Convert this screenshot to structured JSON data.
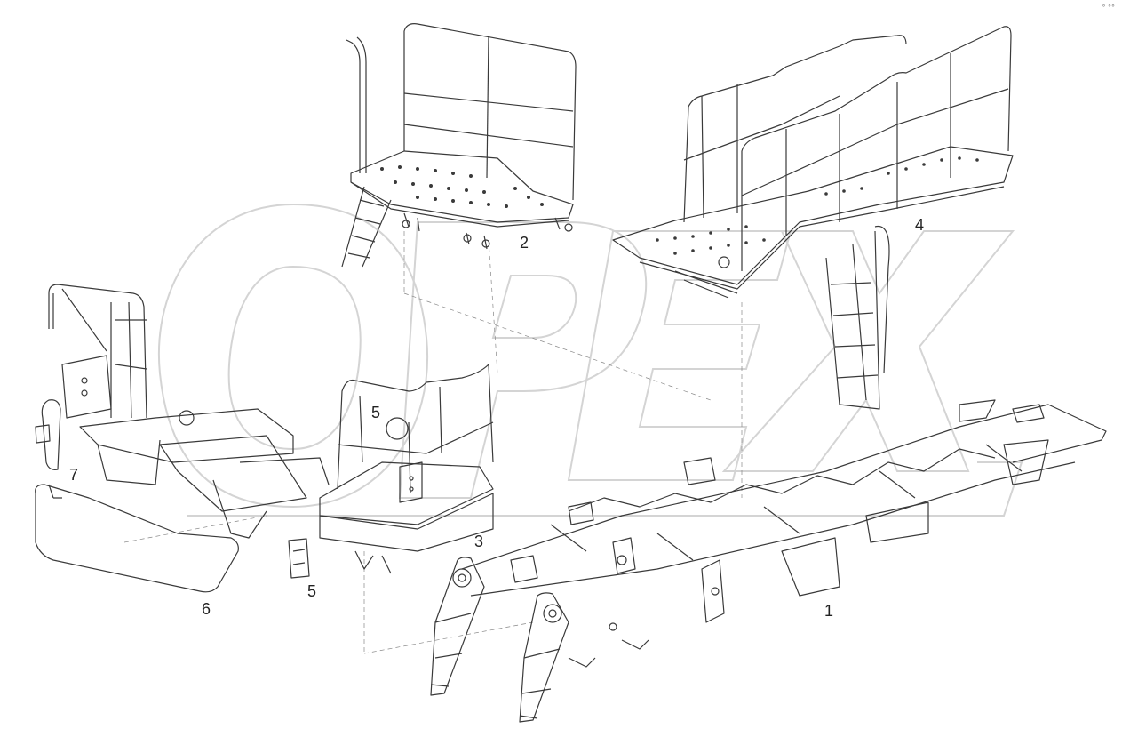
{
  "watermark": {
    "text": "OPEX",
    "color": "#d4d4d4"
  },
  "line_color": "#3a3a3a",
  "callouts": {
    "frame": "1",
    "upper_platform": "2",
    "front_platform": "3",
    "side_platform_with_ladder": "4",
    "light_a": "5",
    "light_b": "5",
    "bumper": "6",
    "lamp": "7"
  },
  "corner_mark": "° °°"
}
